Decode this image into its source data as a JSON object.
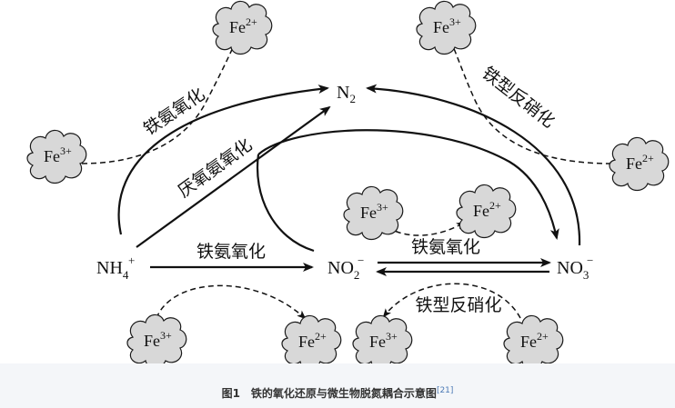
{
  "species": {
    "nh4": {
      "base": "NH",
      "sub": "4",
      "sup": "+"
    },
    "n2": {
      "base": "N",
      "sub": "2"
    },
    "no2": {
      "base": "NO",
      "sub": "2",
      "sup": "−"
    },
    "no3": {
      "base": "NO",
      "sub": "3",
      "sup": "−"
    }
  },
  "iron": {
    "fe2_charge": "2+",
    "fe3_charge": "3+",
    "fe_symbol": "Fe"
  },
  "process_labels": {
    "feammox_top": "铁氨氧化",
    "anammox": "厌氧氨氧化",
    "feammox_bottom": "铁氨氧化",
    "feammox_middle": "铁氨氧化",
    "fe_denitrification_top": "铁型反硝化",
    "fe_denitrification_bottom": "铁型反硝化"
  },
  "caption": {
    "text": "图1　铁的氧化还原与微生物脱氮耦合示意图",
    "ref": "[21]"
  }
}
